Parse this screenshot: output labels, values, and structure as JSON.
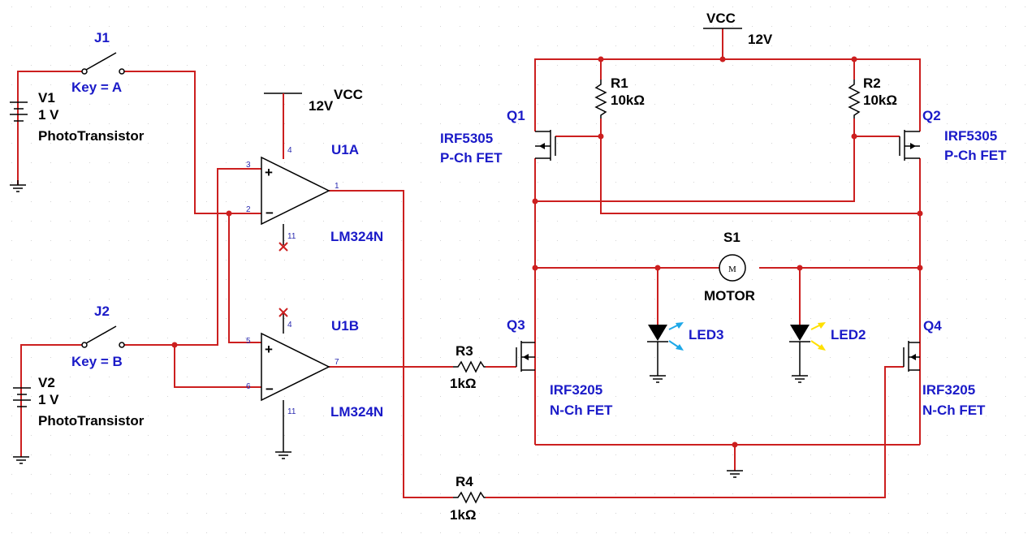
{
  "colors": {
    "wire": "#cc1f1f",
    "ink": "#000000",
    "label_blue": "#1a1ac8",
    "pin_blue": "#2a2ab0",
    "led_blue": "#1ea8e8",
    "led_yellow": "#ffe000",
    "grid": "#b4b4b4"
  },
  "vcc_top": {
    "label": "VCC",
    "voltage": "12V"
  },
  "vcc_opamp": {
    "label": "VCC",
    "voltage": "12V"
  },
  "j1": {
    "ref": "J1",
    "key": "Key = A"
  },
  "j2": {
    "ref": "J2",
    "key": "Key = B"
  },
  "v1": {
    "ref": "V1",
    "value": "1 V",
    "name": "PhotoTransistor"
  },
  "v2": {
    "ref": "V2",
    "value": "1 V",
    "name": "PhotoTransistor"
  },
  "u1a": {
    "ref": "U1A",
    "part": "LM324N",
    "pins": {
      "noninv": "3",
      "inv": "2",
      "out": "1",
      "vplus": "4",
      "vminus": "11"
    }
  },
  "u1b": {
    "ref": "U1B",
    "part": "LM324N",
    "pins": {
      "noninv": "5",
      "inv": "6",
      "out": "7",
      "vplus": "4",
      "vminus": "11"
    }
  },
  "r1": {
    "ref": "R1",
    "value": "10kΩ"
  },
  "r2": {
    "ref": "R2",
    "value": "10kΩ"
  },
  "r3": {
    "ref": "R3",
    "value": "1kΩ"
  },
  "r4": {
    "ref": "R4",
    "value": "1kΩ"
  },
  "q1": {
    "ref": "Q1",
    "part": "IRF5305",
    "type": "P-Ch FET"
  },
  "q2": {
    "ref": "Q2",
    "part": "IRF5305",
    "type": "P-Ch FET"
  },
  "q3": {
    "ref": "Q3",
    "part": "IRF3205",
    "type": "N-Ch FET"
  },
  "q4": {
    "ref": "Q4",
    "part": "IRF3205",
    "type": "N-Ch FET"
  },
  "s1": {
    "ref": "S1",
    "name": "MOTOR",
    "glyph": "M"
  },
  "led3": {
    "ref": "LED3"
  },
  "led2": {
    "ref": "LED2"
  }
}
